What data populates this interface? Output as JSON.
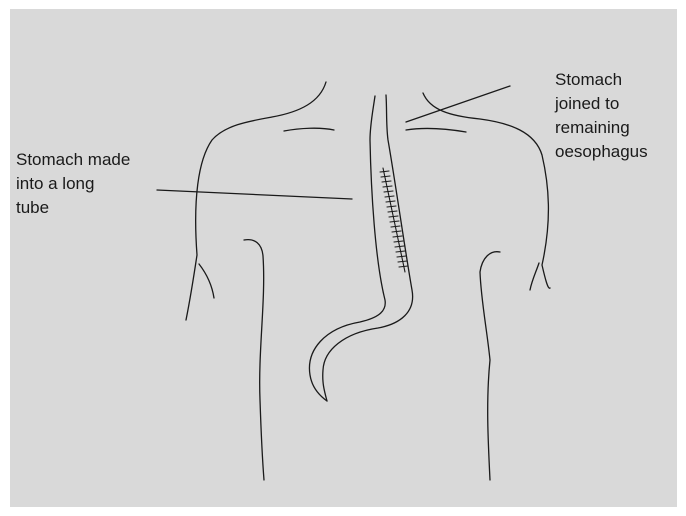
{
  "diagram": {
    "labels": {
      "stomach_tube": [
        "Stomach made",
        "into a long",
        "tube"
      ],
      "stomach_joined": [
        "Stomach",
        "joined to",
        "remaining",
        "oesophagus"
      ]
    },
    "colors": {
      "background": "#d9d9d9",
      "line": "#1a1a1a",
      "frame": "#ffffff"
    },
    "figure": "upper-torso-back-outline",
    "organ": "stomach-tube-with-stitches"
  }
}
